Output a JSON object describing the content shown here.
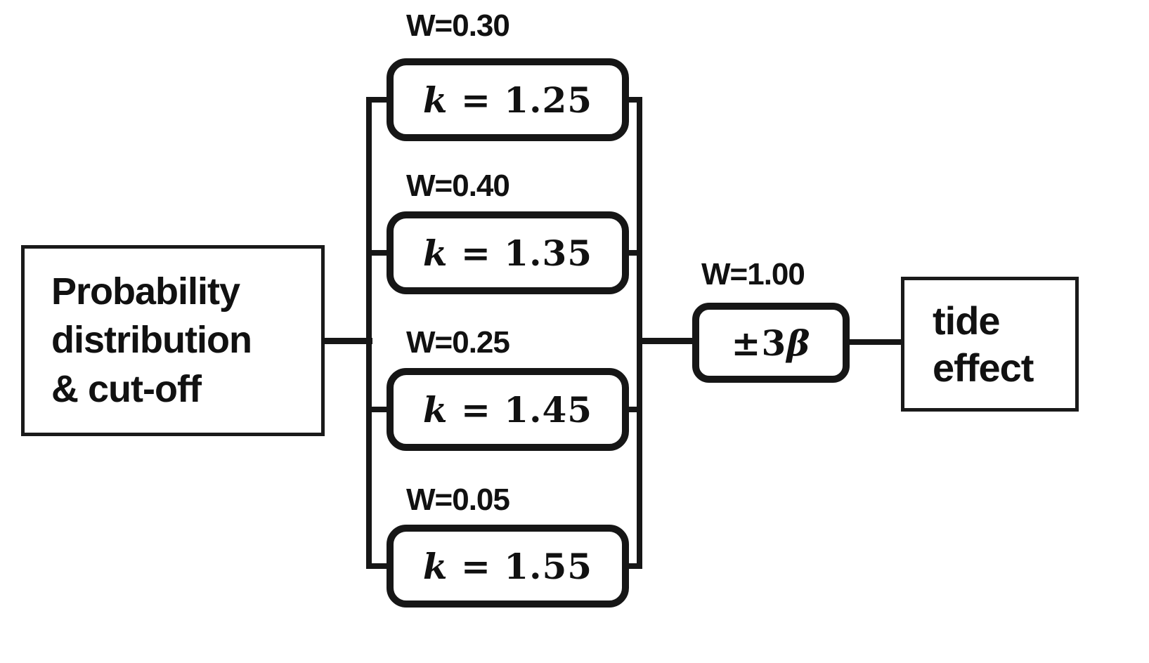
{
  "diagram": {
    "left_box": {
      "label": "Probability\ndistribution\n& cut-off"
    },
    "branches": [
      {
        "weight": "W=0.30",
        "symbol": "k",
        "value": "= 1.25"
      },
      {
        "weight": "W=0.40",
        "symbol": "k",
        "value": "= 1.35"
      },
      {
        "weight": "W=0.25",
        "symbol": "k",
        "value": "= 1.45"
      },
      {
        "weight": "W=0.05",
        "symbol": "k",
        "value": "= 1.55"
      }
    ],
    "merge_box": {
      "weight": "W=1.00",
      "value_prefix": "±3",
      "value_symbol": "β"
    },
    "right_box": {
      "label": "tide\neffect"
    },
    "colors": {
      "ink": "#161616",
      "background": "#ffffff"
    }
  }
}
